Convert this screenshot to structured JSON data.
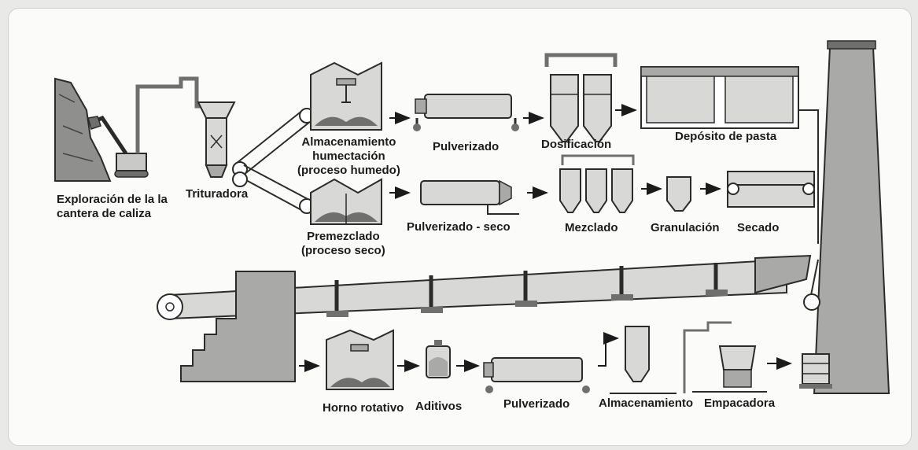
{
  "labels": {
    "exploration": [
      "Exploración de la la",
      "cantera de caliza"
    ],
    "crusher": "Trituradora",
    "storage_wet": [
      "Almacenamiento",
      "humectación",
      "(proceso humedo)"
    ],
    "premix": [
      "Premezclado",
      "(proceso seco)"
    ],
    "pulverized_wet": "Pulverizado",
    "pulverized_dry": "Pulverizado - seco",
    "dosing": "Dosificación",
    "paste_tank": "Depósito de pasta",
    "mixing": "Mezclado",
    "granulation": "Granulación",
    "drying": "Secado",
    "rotary_kiln": "Horno rotativo",
    "additives": "Aditivos",
    "pulverized_final": "Pulverizado",
    "storage_final": "Almacenamiento",
    "packing": "Empacadora"
  },
  "colors": {
    "stroke": "#2b2b2b",
    "machine_light": "#d8d8d6",
    "machine_mid": "#a9a9a7",
    "machine_dark": "#6f6f6d",
    "panel": "#fbfbfa"
  }
}
